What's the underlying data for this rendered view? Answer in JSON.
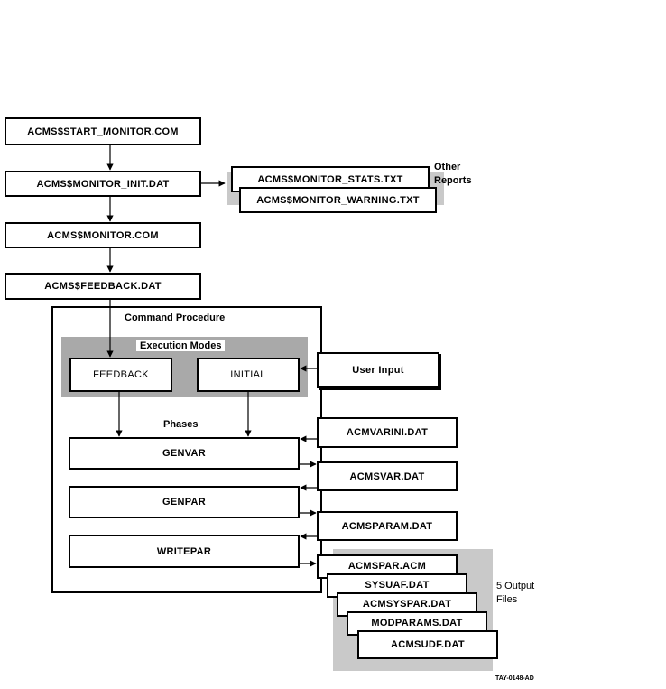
{
  "main_flow": {
    "start_monitor": "ACMS$START_MONITOR.COM",
    "monitor_init": "ACMS$MONITOR_INIT.DAT",
    "monitor": "ACMS$MONITOR.COM",
    "feedback_dat": "ACMS$FEEDBACK.DAT"
  },
  "other_reports": {
    "stats": "ACMS$MONITOR_STATS.TXT",
    "warning": "ACMS$MONITOR_WARNING.TXT",
    "label": "Other\nReports"
  },
  "procedure": {
    "title": "Command Procedure",
    "execution_modes_label": "Execution Modes",
    "modes": [
      "FEEDBACK",
      "INITIAL"
    ],
    "phases_label": "Phases",
    "phases": [
      "GENVAR",
      "GENPAR",
      "WRITEPAR"
    ]
  },
  "inputs": {
    "user_input": "User Input",
    "files": [
      "ACMVARINI.DAT",
      "ACMSVAR.DAT",
      "ACMSPARAM.DAT"
    ]
  },
  "outputs": {
    "files": [
      "ACMSPAR.ACM",
      "SYSUAF.DAT",
      "ACMSYSPAR.DAT",
      "MODPARAMS.DAT",
      "ACMSUDF.DAT"
    ],
    "label": "5 Output\nFiles"
  },
  "figure_id": "TAY-0148-AD",
  "colors": {
    "shadow_gray": "#c9c9c9",
    "mode_panel_gray": "#a9a9a9",
    "line": "#000000"
  }
}
